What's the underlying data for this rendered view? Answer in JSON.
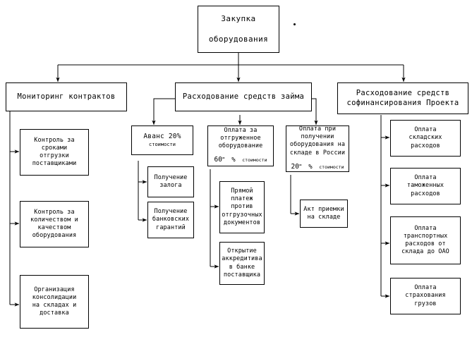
{
  "diagram": {
    "title": "Закупка оборудования",
    "type": "organizational-flowchart",
    "root": {
      "line1": "Закупка",
      "line2": "оборудования"
    },
    "level2": [
      {
        "id": "monitoring",
        "line1": "Мониторинг контрактов",
        "line2": ""
      },
      {
        "id": "loan-funds",
        "line1": "Расходование средств займа",
        "line2": ""
      },
      {
        "id": "cofinance-funds",
        "line1": "Расходование средств",
        "line2": "софинансирования Проекта"
      }
    ],
    "monitoring_children": [
      {
        "lines": [
          "Контроль за",
          "сроками",
          "отгрузки",
          "поставщиками"
        ]
      },
      {
        "lines": [
          "Контроль за",
          "количеством и",
          "качеством",
          "оборудования"
        ]
      },
      {
        "lines": [
          "Организация",
          "консолидации",
          "на складах и",
          "доставка"
        ]
      }
    ],
    "loan_branch_a": {
      "head": {
        "line1": "Аванс 20%",
        "line2": "стоимости"
      },
      "children": [
        {
          "lines": [
            "Получение",
            "залога"
          ]
        },
        {
          "lines": [
            "Получение",
            "банковских",
            "гарантий"
          ]
        }
      ]
    },
    "loan_branch_b": {
      "head": {
        "lines": [
          "Оплата за",
          "отгруженное",
          "оборудование"
        ],
        "percent": {
          "num": "60",
          "sup": "=",
          "sign": "%",
          "word": "стоимости"
        }
      },
      "children": [
        {
          "lines": [
            "Прямой",
            "платеж",
            "против",
            "отгрузочных",
            "документов"
          ]
        },
        {
          "lines": [
            "Открытие",
            "аккредитива",
            "в банке",
            "поставщика"
          ]
        }
      ]
    },
    "loan_branch_c": {
      "head": {
        "lines": [
          "Оплата при",
          "получении",
          "оборудования на",
          "складе в России"
        ],
        "percent": {
          "num": "20",
          "sup": "=",
          "sign": "%",
          "word": "стоимости"
        }
      },
      "children": [
        {
          "lines": [
            "Акт приемки",
            "на складе"
          ]
        }
      ]
    },
    "cofinance_children": [
      {
        "lines": [
          "Оплата",
          "складских",
          "расходов"
        ]
      },
      {
        "lines": [
          "Оплата",
          "таможенных",
          "расходов"
        ]
      },
      {
        "lines": [
          "Оплата",
          "транспортных",
          "расходов от",
          "склада до ОАО"
        ]
      },
      {
        "lines": [
          "Оплата",
          "страхования",
          "грузов"
        ]
      }
    ],
    "colors": {
      "stroke": "#000000",
      "background": "#ffffff",
      "text": "#000000"
    }
  }
}
